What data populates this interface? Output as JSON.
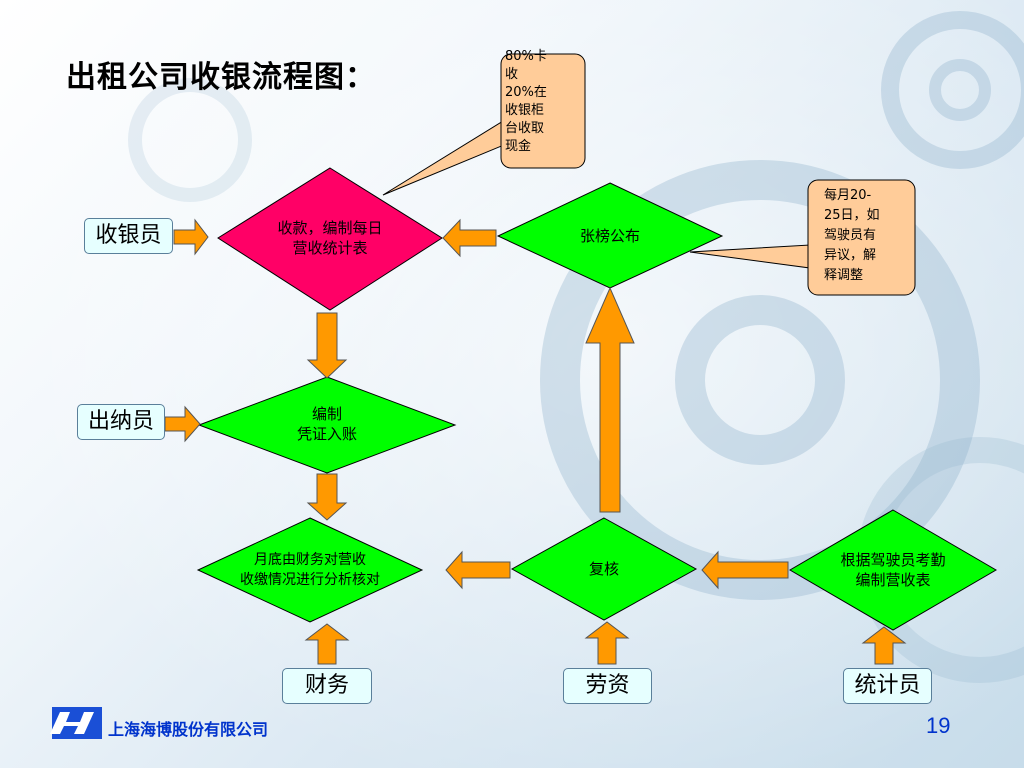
{
  "slide": {
    "title": "出租公司收银流程图：",
    "company": "上海海博股份有限公司",
    "page_number": "19"
  },
  "roles": {
    "cashier": "收银员",
    "teller": "出纳员",
    "finance": "财务",
    "payroll": "劳资",
    "statistician": "统计员"
  },
  "steps": {
    "collect": [
      "收款，编制每日",
      "营收统计表"
    ],
    "publish": [
      "张榜公布"
    ],
    "voucher": [
      "编制",
      "凭证入账"
    ],
    "month_end": [
      "月底由财务对营收",
      "收缴情况进行分析核对"
    ],
    "review": [
      "复核"
    ],
    "attendance": [
      "根据驾驶员考勤",
      "编制营收表"
    ]
  },
  "callouts": {
    "payment_split": [
      "80%卡",
      "收",
      "20%在",
      "收银柜",
      "台收取",
      "现金"
    ],
    "monthly_dispute": [
      "每月20-",
      "25日，如",
      "驾驶员有",
      "异议，解",
      "释调整"
    ]
  },
  "colors": {
    "collect_fill": "#ff0066",
    "step_fill": "#00ff00",
    "arrow_fill": "#ff9900",
    "callout_fill": "#ffcc99",
    "role_fill": "#e6ffff",
    "accent_blue": "#0033cc"
  }
}
